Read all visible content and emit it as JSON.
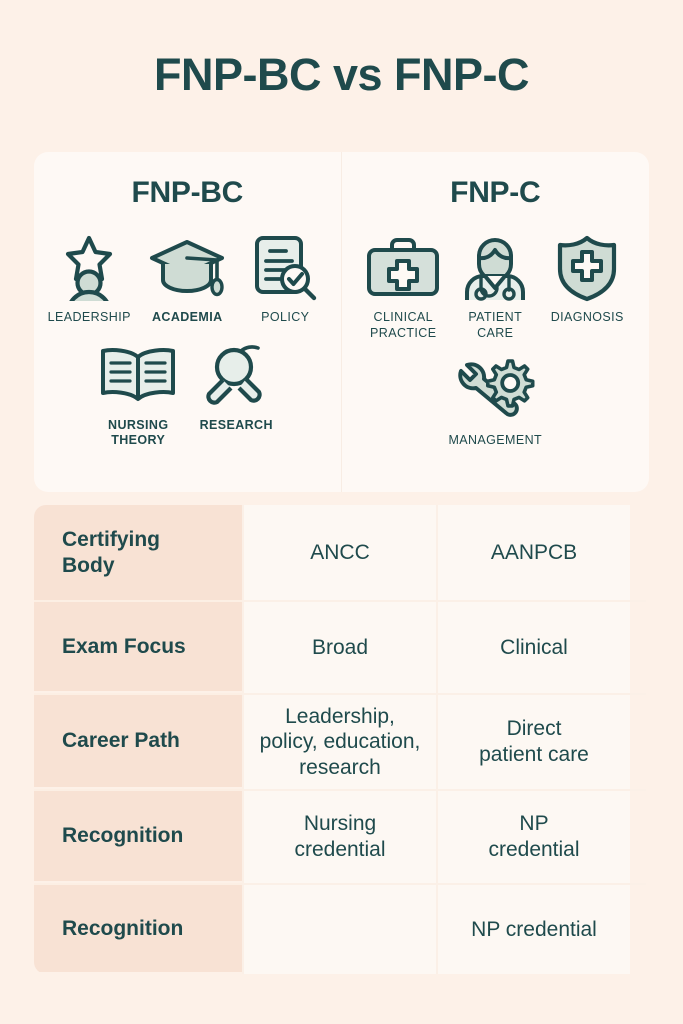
{
  "title": "FNP-BC vs FNP-C",
  "colors": {
    "background": "#FDF1E8",
    "card": "#FEF9F5",
    "accent_teal": "#1F4A4C",
    "label_cell": "#F8E2D4",
    "value_cell": "#FDF8F3",
    "icon_fill": "#CFDCD4"
  },
  "columns": [
    {
      "name": "FNP-BC",
      "rows": [
        [
          {
            "icon": "leadership-star-person-icon",
            "label": "LEADERSHIP",
            "bold": false
          },
          {
            "icon": "graduation-cap-icon",
            "label": "ACADEMIA",
            "bold": true
          },
          {
            "icon": "document-magnifier-check-icon",
            "label": "POLICY",
            "bold": false
          }
        ],
        [
          {
            "icon": "open-book-icon",
            "label": "NURSING\nTHEORY",
            "bold": true
          },
          {
            "icon": "magnifying-glass-icon",
            "label": "RESEARCH",
            "bold": true
          }
        ]
      ]
    },
    {
      "name": "FNP-C",
      "rows": [
        [
          {
            "icon": "medical-bag-cross-icon",
            "label": "CLINICAL\nPRACTICE",
            "bold": false
          },
          {
            "icon": "doctor-stethoscope-icon",
            "label": "PATIENT\nCARE",
            "bold": false
          },
          {
            "icon": "shield-cross-icon",
            "label": "DIAGNOSIS",
            "bold": false
          }
        ],
        [
          {
            "icon": "wrench-gear-icon",
            "label": "MANAGEMENT",
            "bold": false
          }
        ]
      ]
    }
  ],
  "table": {
    "rows": [
      {
        "label": "Certifying\nBody",
        "bc": "ANCC",
        "c": "AANPCB"
      },
      {
        "label": "Exam Focus",
        "bc": "Broad",
        "c": "Clinical"
      },
      {
        "label": "Career Path",
        "bc": "Leadership,\npolicy, education,\nresearch",
        "c": "Direct\npatient care"
      },
      {
        "label": "Recognition",
        "bc": "Nursing\ncredential",
        "c": "NP\ncredential"
      },
      {
        "label": "Recognition",
        "bc": "",
        "c": "NP credential"
      }
    ]
  }
}
